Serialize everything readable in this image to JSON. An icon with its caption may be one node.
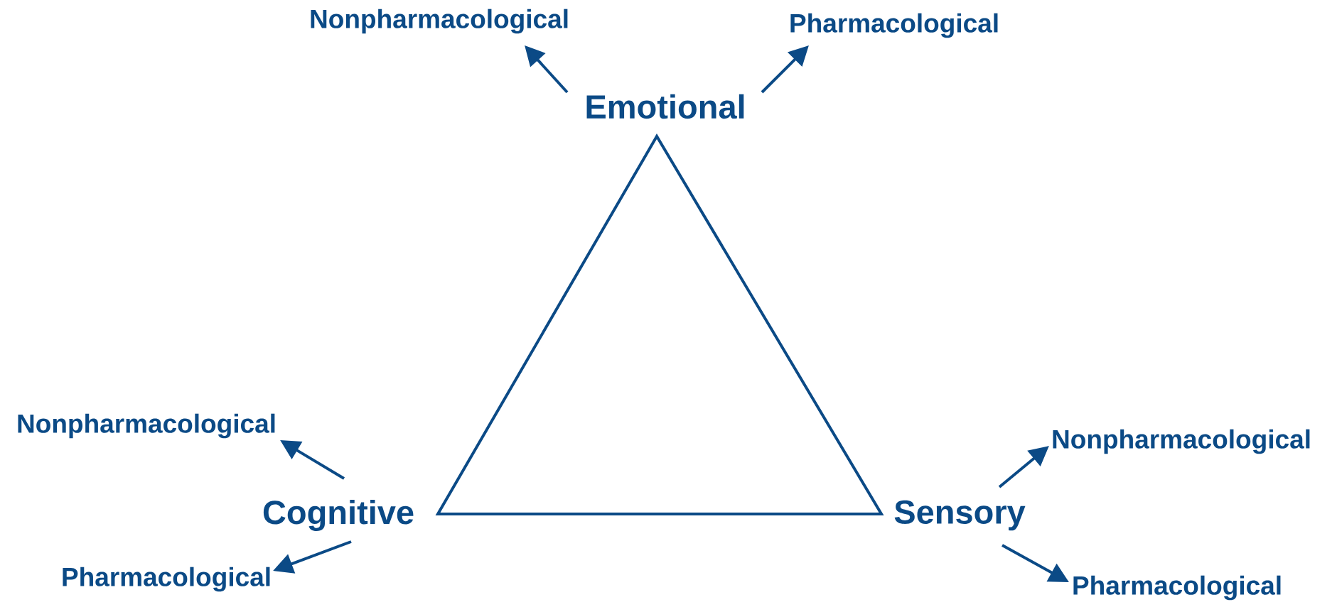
{
  "diagram": {
    "nodes": [
      {
        "text": [
          "Emotional"
        ]
      },
      {
        "text": [
          "Nonpharmacological"
        ]
      },
      {
        "text": [
          "Pharmacological"
        ]
      },
      {
        "text": [
          "Cognitive"
        ]
      },
      {
        "text": [
          "Nonpharmacological"
        ]
      },
      {
        "text": [
          "Pharmacological"
        ]
      },
      {
        "text": [
          "Sensory"
        ]
      },
      {
        "text": [
          "Nonpharmacological"
        ]
      },
      {
        "text": [
          "Pharmacological"
        ]
      },
      {
        "text": [],
        "shape": "triangle"
      }
    ],
    "edges": [
      {
        "from": 0,
        "to": 1,
        "arrow": "to"
      },
      {
        "from": 0,
        "to": 2,
        "arrow": "to"
      },
      {
        "from": 3,
        "to": 4,
        "arrow": "to"
      },
      {
        "from": 3,
        "to": 5,
        "arrow": "to"
      },
      {
        "from": 6,
        "to": 7,
        "arrow": "to"
      },
      {
        "from": 6,
        "to": 8,
        "arrow": "to"
      }
    ]
  }
}
